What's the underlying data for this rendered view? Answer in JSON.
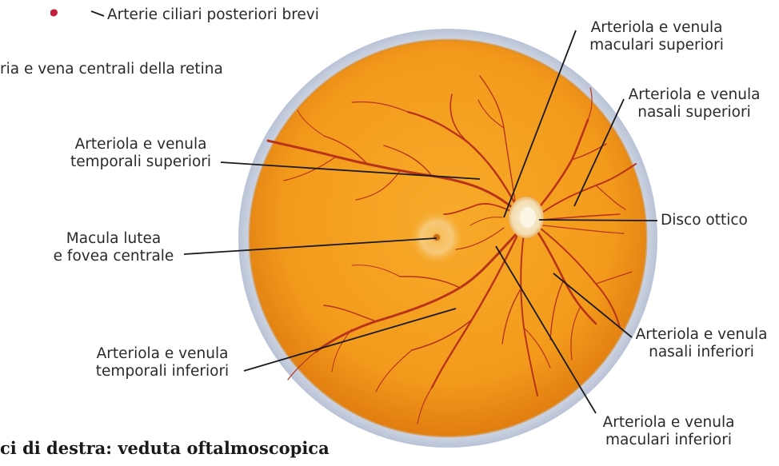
{
  "labels": {
    "ciliary": "Arterie ciliari posteriori brevi",
    "central": "ria e vena centrali della retina",
    "macular_sup_1": "Arteriola e venula",
    "macular_sup_2": "maculari superiori",
    "nasal_sup_1": "Arteriola e venula",
    "nasal_sup_2": "nasali superiori",
    "temporal_sup_1": "Arteriola e venula",
    "temporal_sup_2": "temporali superiori",
    "disc": "Disco ottico",
    "macula_1": "Macula lutea",
    "macula_2": "e fovea centrale",
    "nasal_inf_1": "Arteriola e venula",
    "nasal_inf_2": "nasali inferiori",
    "temporal_inf_1": "Arteriola e venula",
    "temporal_inf_2": "temporali inferiori",
    "macular_inf_1": "Arteriola e venula",
    "macular_inf_2": "maculari inferiori"
  },
  "caption": "ci di destra: veduta oftalmoscopica",
  "colors": {
    "fundus": "#f5a21f",
    "fundus_edge": "#e27f12",
    "rim": "#c9d2e2",
    "vessel": "#b8331a",
    "disc": "#f6e7c8",
    "leader": "#1a1a1a"
  }
}
